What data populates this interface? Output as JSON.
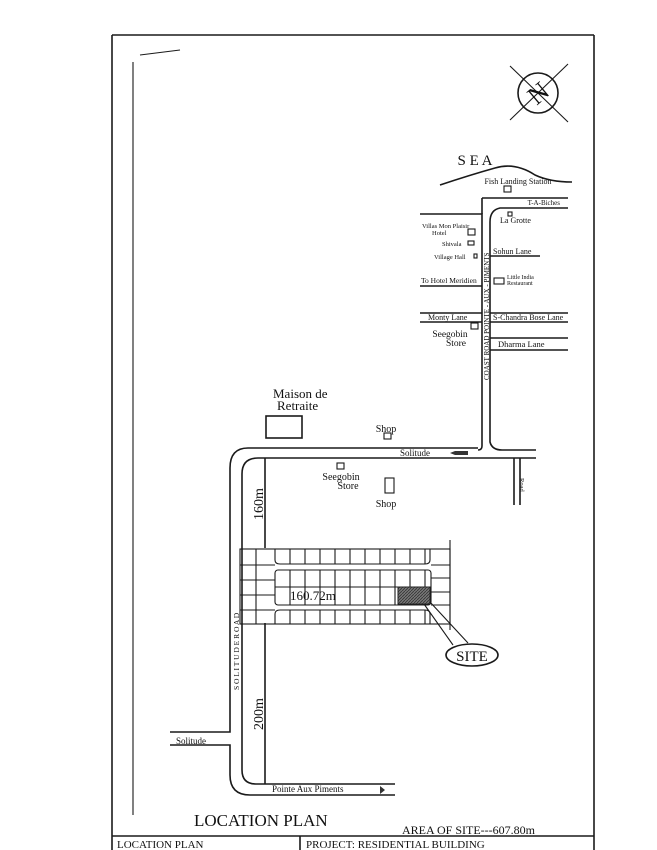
{
  "title": "LOCATION PLAN",
  "area": "AREA OF SITE---607.80m",
  "title_block": {
    "left": "LOCATION PLAN",
    "right": "PROJECT: RESIDENTIAL BUILDING"
  },
  "north_symbol": "N",
  "labels": {
    "sea": "S E A",
    "fish_landing": "Fish Landing Station",
    "trou_aux_biches": "T-A-Biches",
    "la_grotte": "La Grotte",
    "villas_1": "Villas Mon Plaisir",
    "villas_2": "Hotel",
    "shivala": "Shivala",
    "village_hall": "Village Hall",
    "sohun_lane": "Sohun Lane",
    "to_hotel_meridien": "To Hotel Meridien",
    "little_india_1": "Little India",
    "little_india_2": "Restaurant",
    "monty_lane": "Monty Lane",
    "chandra_bose_lane": "S-Chandra Bose Lane",
    "seegobin_store_top_1": "Seegobin",
    "seegobin_store_top_2": "Store",
    "dharma_lane": "Dharma Lane",
    "coast_road": "COAST ROAD POINTE - AUX - PIMENTS",
    "maison_1": "Maison de",
    "maison_2": "Retraite",
    "shop_top": "Shop",
    "solitude_top": "Solitude",
    "road_right": "Road",
    "seegobin_store_1": "Seegobin",
    "seegobin_store_2": "Store",
    "shop_mid": "Shop",
    "dist_160": "160m",
    "dist_16072": "160.72m",
    "site": "SITE",
    "solitude_road": "S O L I T U D E   R O A D",
    "dist_200": "200m",
    "solitude_left": "Solitude",
    "pointe_aux_piments": "Pointe Aux Piments"
  }
}
